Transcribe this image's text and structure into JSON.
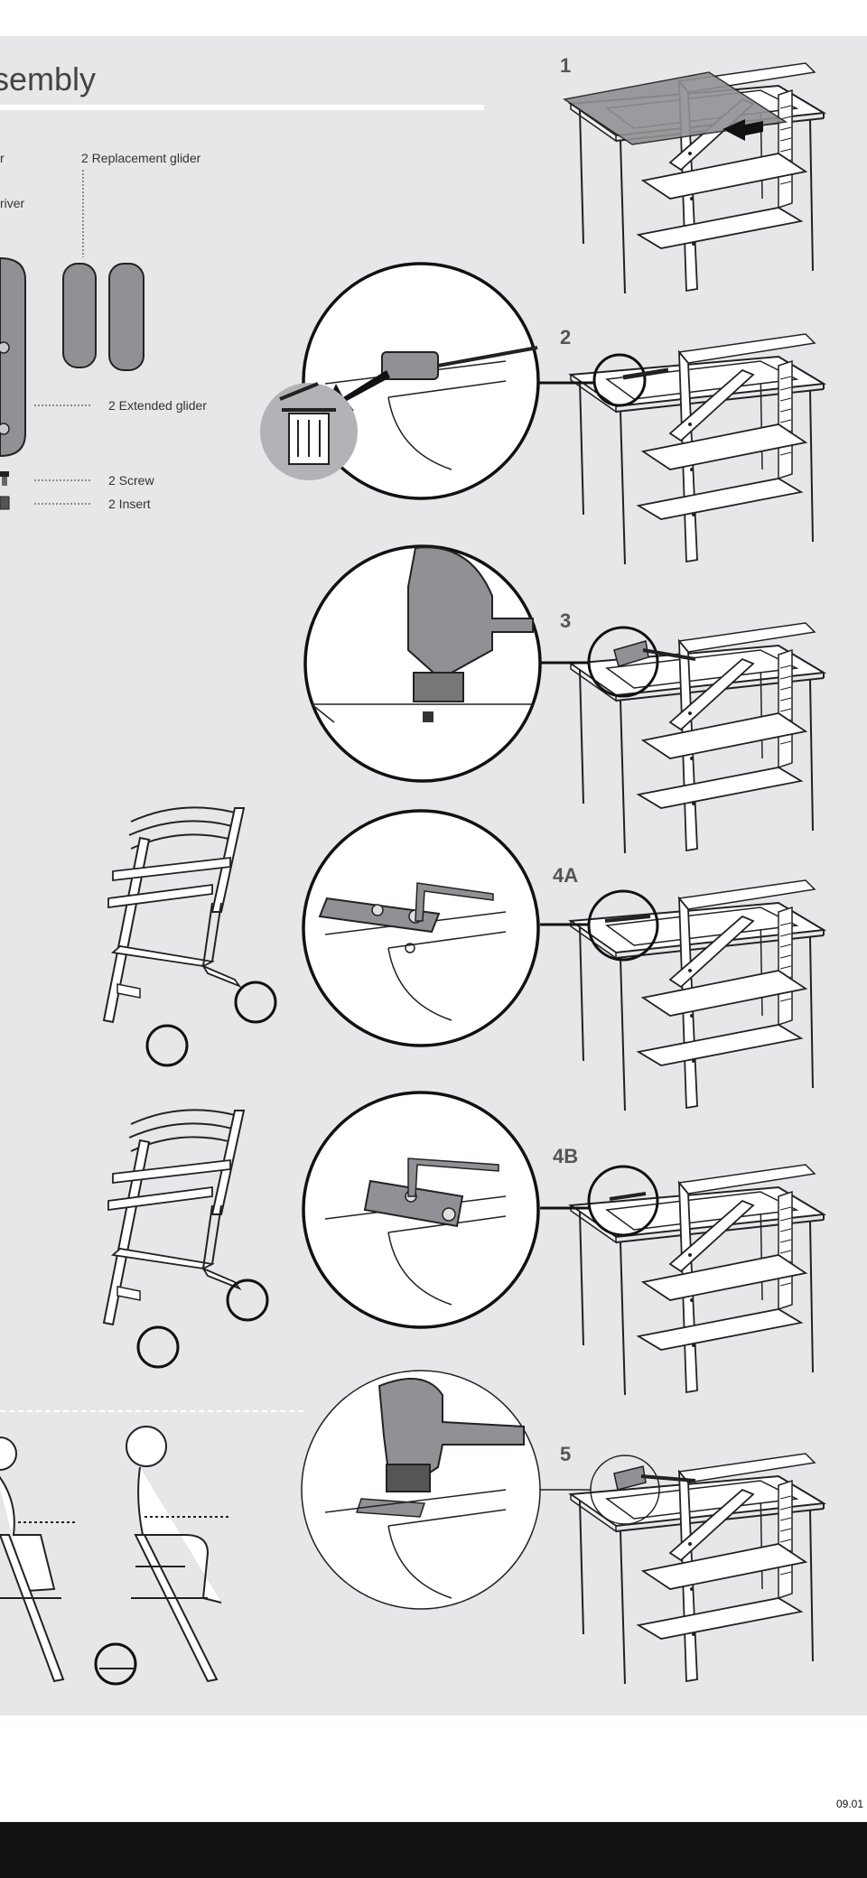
{
  "header": {
    "title": "sembly"
  },
  "parts": {
    "cut_left_top": "r",
    "cut_left_driver": "river",
    "replacement_glider": "2 Replacement glider",
    "extended_glider": "2 Extended glider",
    "screw": "2 Screw",
    "insert": "2 Insert"
  },
  "steps": {
    "s1": "1",
    "s2": "2",
    "s3": "3",
    "s4a": "4A",
    "s4b": "4B",
    "s5": "5"
  },
  "footer": {
    "date": "09.01"
  },
  "colors": {
    "sheet": "#e6e7e9",
    "footer_bar": "#121012",
    "gray_part": "#8f9194",
    "ink": "#222222"
  }
}
